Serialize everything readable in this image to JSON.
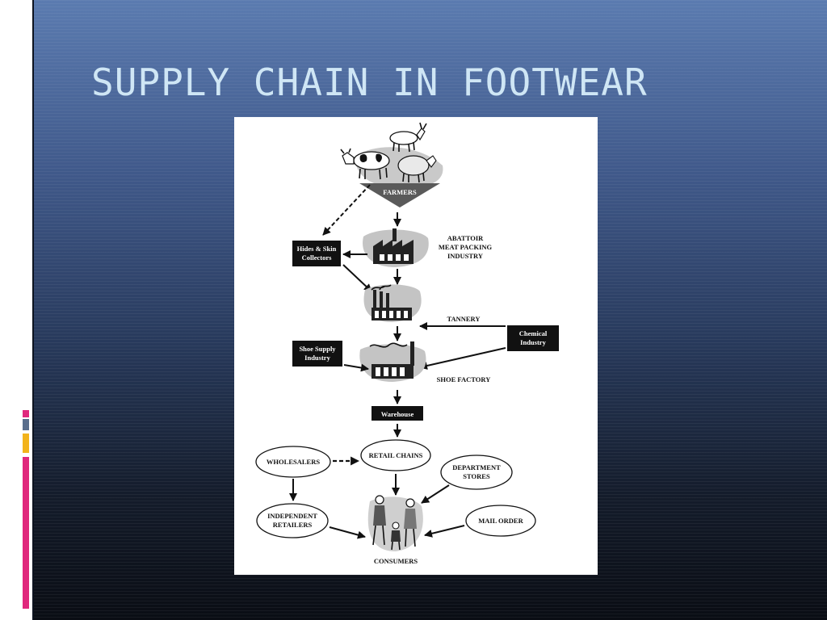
{
  "slide": {
    "title": "SUPPLY CHAIN IN FOOTWEAR",
    "background_colors": [
      "#5b7bb0",
      "#0a0d14"
    ],
    "title_color": "#cfe6f5",
    "accent_bars": [
      "#e0287d",
      "#5a6e8c",
      "#f2b31b",
      "#e0287d"
    ]
  },
  "diagram": {
    "farmers": "FARMERS",
    "abattoir_lines": [
      "ABATTOIR",
      "MEAT PACKING",
      "INDUSTRY"
    ],
    "hides_lines": [
      "Hides & Skin",
      "Collectors"
    ],
    "tannery": "TANNERY",
    "chemical_lines": [
      "Chemical",
      "Industry"
    ],
    "shoe_supply_lines": [
      "Shoe Supply",
      "Industry"
    ],
    "shoe_factory": "SHOE FACTORY",
    "warehouse": "Warehouse",
    "wholesalers": "WHOLESALERS",
    "retail_chains": "RETAIL CHAINS",
    "department_lines": [
      "DEPARTMENT",
      "STORES"
    ],
    "independent_lines": [
      "INDEPENDENT",
      "RETAILERS"
    ],
    "mail_order": "MAIL ORDER",
    "consumers": "CONSUMERS"
  }
}
